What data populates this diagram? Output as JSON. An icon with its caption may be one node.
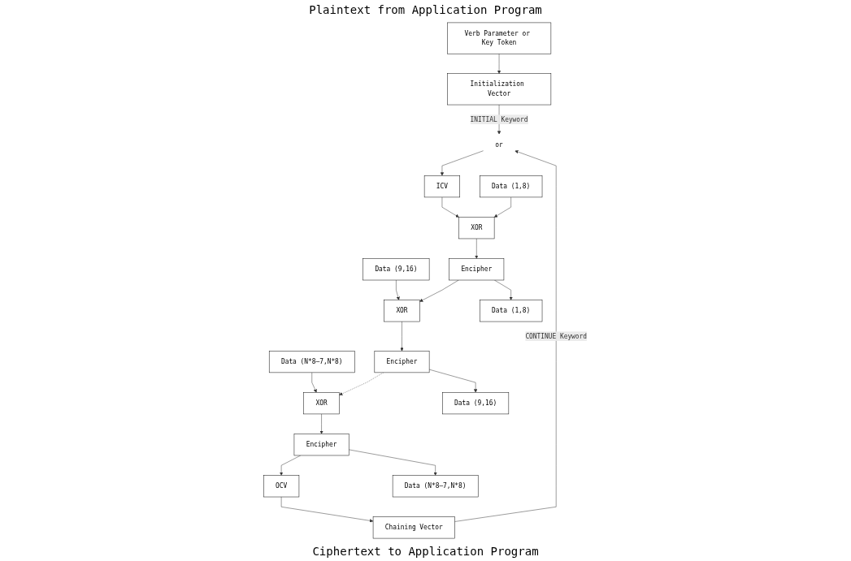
{
  "diagram": {
    "nodes": [
      {
        "text": [
          "Verb Parameter or Key Token"
        ]
      },
      {
        "text": [
          "Initialization Vector"
        ]
      },
      {
        "text": [
          "or"
        ]
      },
      {
        "text": [
          "ICV"
        ]
      },
      {
        "text": [
          "Data (1,8)"
        ]
      },
      {
        "text": [
          "Data (9,16)"
        ]
      },
      {
        "text": [
          "Data (N*8–7,N*8)"
        ]
      },
      {
        "text": [
          "XOR"
        ]
      },
      {
        "text": [
          "XOR"
        ]
      },
      {
        "text": [
          "XOR"
        ]
      },
      {
        "text": [
          "Encipher"
        ]
      },
      {
        "text": [
          "Encipher"
        ]
      },
      {
        "text": [
          "Encipher"
        ]
      },
      {
        "text": [
          "OCV"
        ]
      },
      {
        "text": [
          "Data (1,8)"
        ]
      },
      {
        "text": [
          "Data (9,16)"
        ]
      },
      {
        "text": [
          "Data (N*8–7,N*8)"
        ]
      },
      {
        "text": [
          "Chaining Vector"
        ]
      }
    ],
    "edges": [
      {
        "from": 0,
        "to": 1,
        "arrow": "to"
      },
      {
        "from": 1,
        "to": 2,
        "arrow": "to",
        "label": "INITIAL Keyword"
      },
      {
        "from": 17,
        "to": 2,
        "arrow": "to",
        "label": "CONTINUE Keyword"
      },
      {
        "from": 2,
        "to": 3,
        "arrow": "to"
      },
      {
        "from": 3,
        "to": 7,
        "arrow": "to"
      },
      {
        "from": 4,
        "to": 7,
        "arrow": "to"
      },
      {
        "from": 5,
        "to": 8,
        "arrow": "to"
      },
      {
        "from": 6,
        "to": 9,
        "arrow": "to"
      },
      {
        "from": 7,
        "to": 10,
        "arrow": "to"
      },
      {
        "from": 8,
        "to": 11,
        "arrow": "to"
      },
      {
        "from": 9,
        "to": 12,
        "arrow": "to"
      },
      {
        "from": 10,
        "to": 14,
        "arrow": "to"
      },
      {
        "from": 11,
        "to": 15,
        "arrow": "to"
      },
      {
        "from": 12,
        "to": 16,
        "arrow": "to"
      },
      {
        "from": 10,
        "to": 8,
        "arrow": "to"
      },
      {
        "from": 11,
        "to": 9,
        "arrow": "to",
        "style": "dashed"
      },
      {
        "from": 12,
        "to": 13,
        "arrow": "to"
      },
      {
        "from": 13,
        "to": 17,
        "arrow": "to"
      }
    ],
    "labels": [
      "Plaintext from Application Program",
      "Ciphertext to Application Program"
    ]
  }
}
